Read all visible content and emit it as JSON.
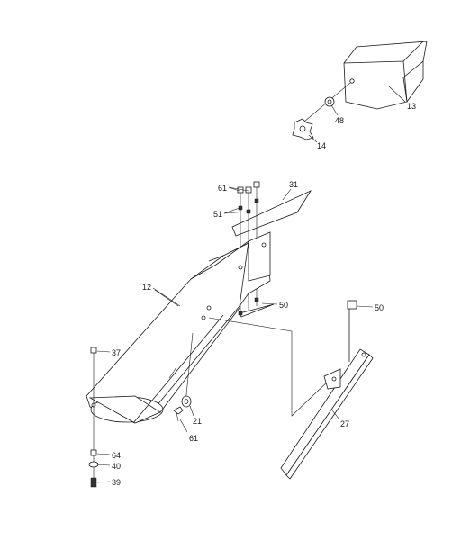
{
  "labels": {
    "p13": "13",
    "p48": "48",
    "p14": "14",
    "p61a": "61",
    "p31": "31",
    "p51": "51",
    "p12": "12",
    "p50a": "50",
    "p50b": "50",
    "p37": "37",
    "p21": "21",
    "p61b": "61",
    "p27": "27",
    "p64": "64",
    "p40": "40",
    "p39": "39"
  }
}
